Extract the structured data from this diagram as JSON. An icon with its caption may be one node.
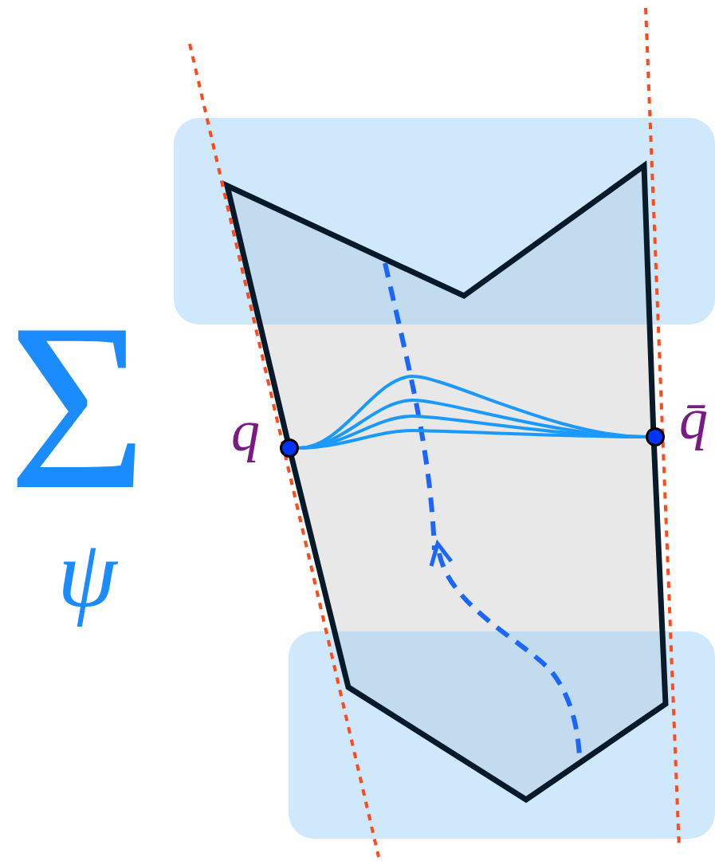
{
  "diagram": {
    "nodes": [
      {
        "text": [],
        "shape": "circle",
        "beside": [
          "q"
        ]
      },
      {
        "text": [],
        "shape": "circle",
        "beside": [
          "q̄"
        ]
      }
    ],
    "edges": [
      {
        "from": 0,
        "to": 1,
        "arrow": "none"
      },
      {
        "from": 0,
        "to": 1,
        "arrow": "none"
      },
      {
        "from": 0,
        "to": 1,
        "arrow": "none"
      },
      {
        "from": 0,
        "to": 1,
        "arrow": "none"
      }
    ],
    "labels": [
      "Σ",
      "ψ"
    ]
  }
}
